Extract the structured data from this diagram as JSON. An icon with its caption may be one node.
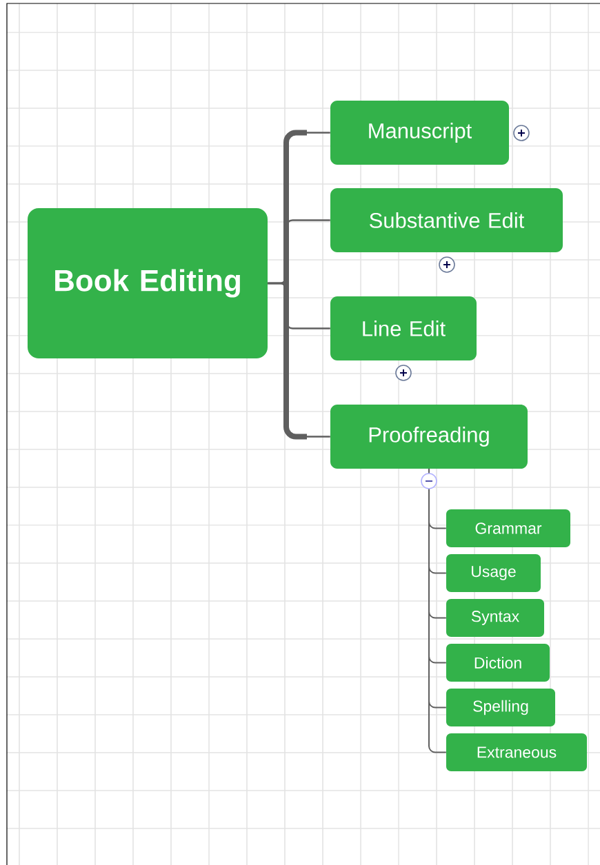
{
  "diagram": {
    "nodes": [
      {
        "text": [
          "Book Editing"
        ]
      },
      {
        "text": [
          "Manuscript"
        ]
      },
      {
        "text": [
          "Substantive Edit"
        ]
      },
      {
        "text": [
          "Line Edit"
        ]
      },
      {
        "text": [
          "Proofreading"
        ]
      },
      {
        "text": [
          "Grammar"
        ]
      },
      {
        "text": [
          "Usage"
        ]
      },
      {
        "text": [
          "Syntax"
        ]
      },
      {
        "text": [
          "Diction"
        ]
      },
      {
        "text": [
          "Spelling"
        ]
      },
      {
        "text": [
          "Extraneous"
        ]
      }
    ],
    "edges": [
      {
        "from": 0,
        "to": 1,
        "arrow": "none",
        "style": "thick"
      },
      {
        "from": 0,
        "to": 2,
        "arrow": "none",
        "style": "thick"
      },
      {
        "from": 0,
        "to": 3,
        "arrow": "none",
        "style": "thick"
      },
      {
        "from": 0,
        "to": 4,
        "arrow": "none",
        "style": "thick"
      },
      {
        "from": 4,
        "to": 5,
        "arrow": "none"
      },
      {
        "from": 4,
        "to": 6,
        "arrow": "none"
      },
      {
        "from": 4,
        "to": 7,
        "arrow": "none"
      },
      {
        "from": 4,
        "to": 8,
        "arrow": "none"
      },
      {
        "from": 4,
        "to": 9,
        "arrow": "none"
      },
      {
        "from": 4,
        "to": 10,
        "arrow": "none"
      }
    ]
  }
}
